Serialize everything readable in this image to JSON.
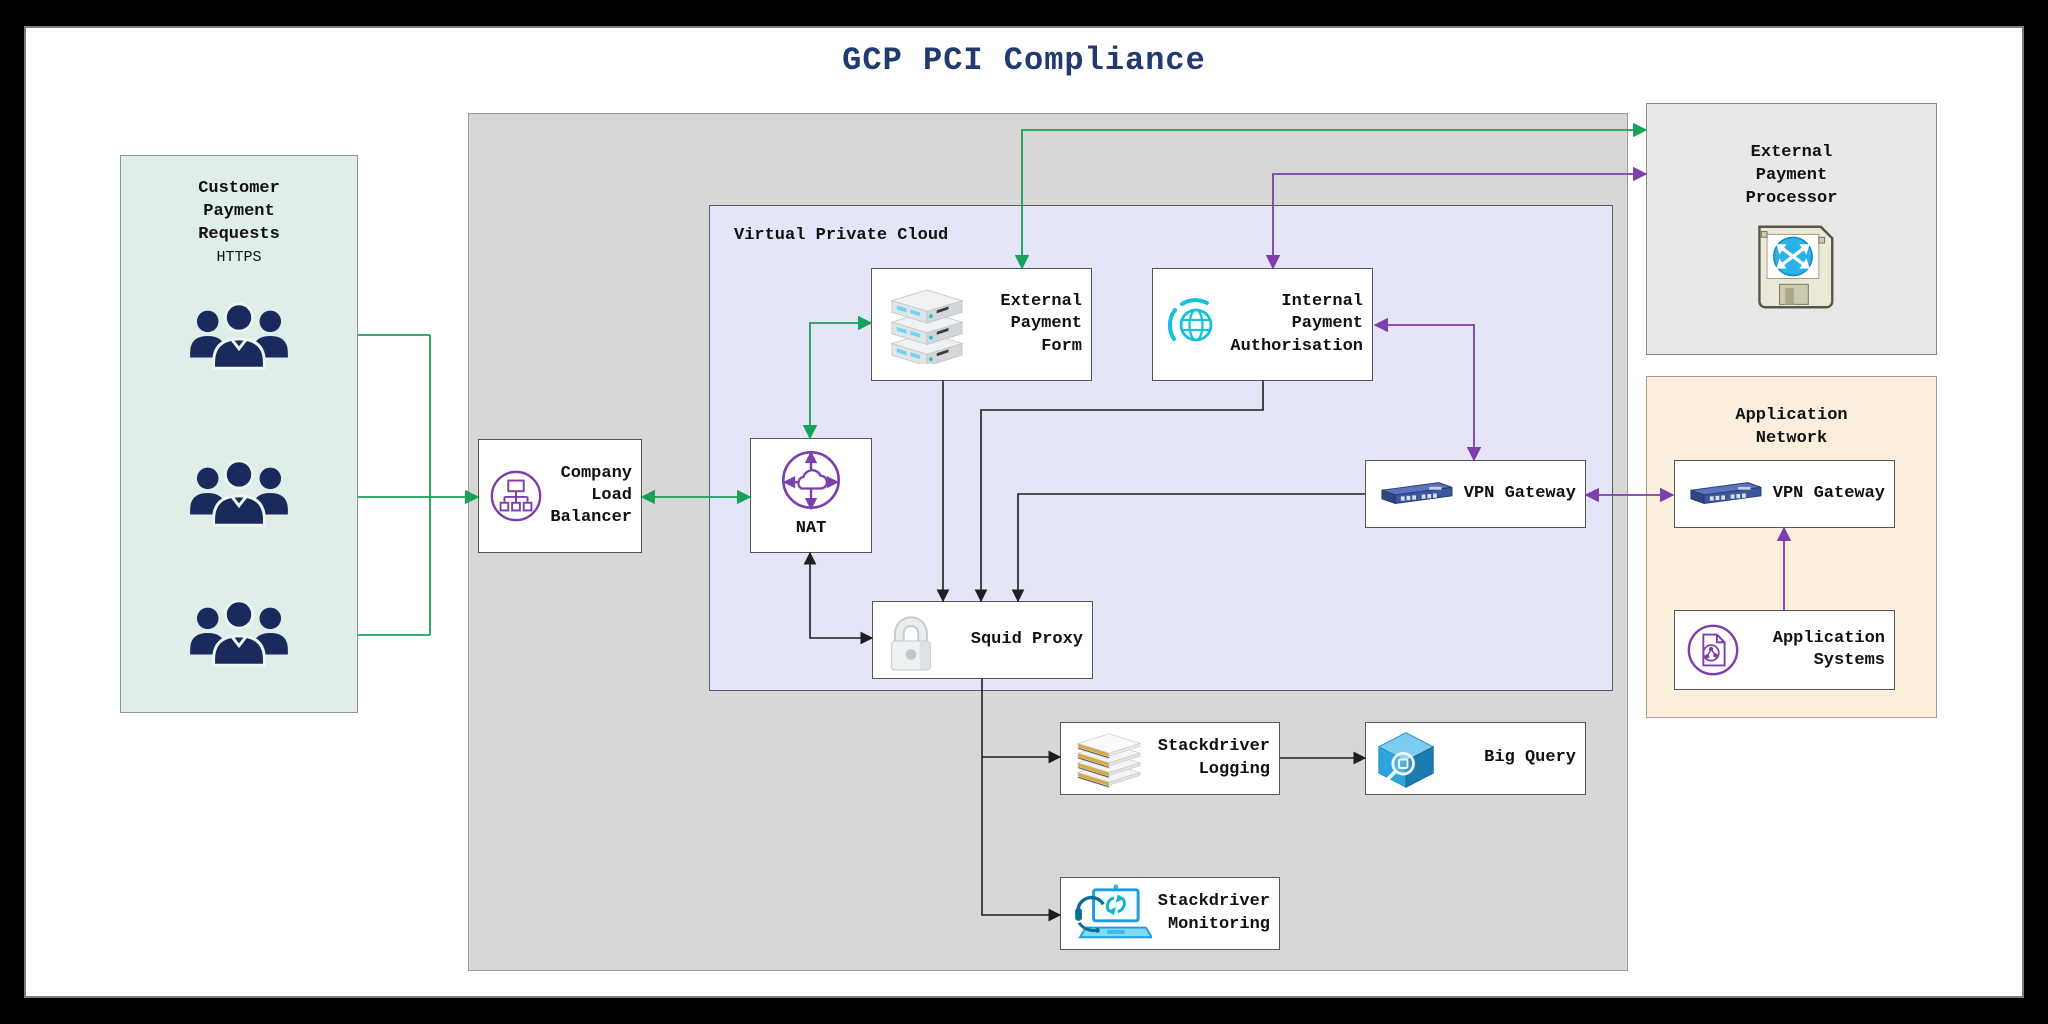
{
  "title": "GCP PCI Compliance",
  "colors": {
    "title_text": "#223a70",
    "arrow_green": "#17a257",
    "arrow_purple": "#7c3fad",
    "arrow_black": "#1f1f1f",
    "customer_zone_bg": "#dfeee9",
    "gcp_zone_bg": "#d7d7d5",
    "vpc_zone_bg": "#e4e6f8",
    "processor_zone_bg": "#e8e8e6",
    "app_network_bg": "#fbeedd",
    "icon_purple": "#7c3fad",
    "icon_cyan": "#15c2dc",
    "icon_navy": "#1a2a5c"
  },
  "icons": {
    "customers": "people-group-icon",
    "load_balancer": "load-balancer-icon",
    "nat": "cloud-nat-icon",
    "external_payment_form": "server-stack-icon",
    "internal_payment_authorisation": "globe-icon",
    "vpn_gateway": "router-icon",
    "squid_proxy": "padlock-icon",
    "external_payment_processor": "floppy-router-icon",
    "stackdriver_logging": "paper-stack-icon",
    "big_query": "cube-magnifier-icon",
    "stackdriver_monitoring": "laptop-monitoring-icon",
    "application_systems": "app-document-icon"
  },
  "customer": {
    "title": "Customer\nPayment\nRequests",
    "protocol": "HTTPS"
  },
  "gcp": {
    "load_balancer": {
      "label": "Company\nLoad\nBalancer"
    },
    "vpc": {
      "label": "Virtual Private Cloud",
      "nat": {
        "label": "NAT"
      },
      "external_payment_form": {
        "label": "External\nPayment\nForm"
      },
      "internal_payment_authorisation": {
        "label": "Internal\nPayment\nAuthorisation"
      },
      "vpn_gateway": {
        "label": "VPN Gateway"
      },
      "squid_proxy": {
        "label": "Squid Proxy"
      }
    },
    "stackdriver_logging": {
      "label": "Stackdriver\nLogging"
    },
    "big_query": {
      "label": "Big Query"
    },
    "stackdriver_monitoring": {
      "label": "Stackdriver\nMonitoring"
    }
  },
  "external_payment_processor": {
    "label": "External\nPayment\nProcessor"
  },
  "application_network": {
    "label": "Application\nNetwork",
    "vpn_gateway": {
      "label": "VPN Gateway"
    },
    "application_systems": {
      "label": "Application\nSystems"
    }
  }
}
